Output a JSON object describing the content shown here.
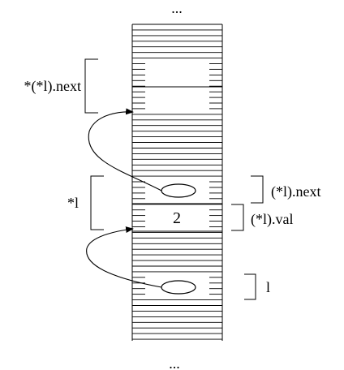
{
  "ellipsis_top": "...",
  "ellipsis_bottom": "...",
  "labels": {
    "deref_deref_next": "*(*l).next",
    "deref_l": "*l",
    "l_next": "(*l).next",
    "l_val": "(*l).val",
    "l": "l"
  },
  "cell_value": "2"
}
